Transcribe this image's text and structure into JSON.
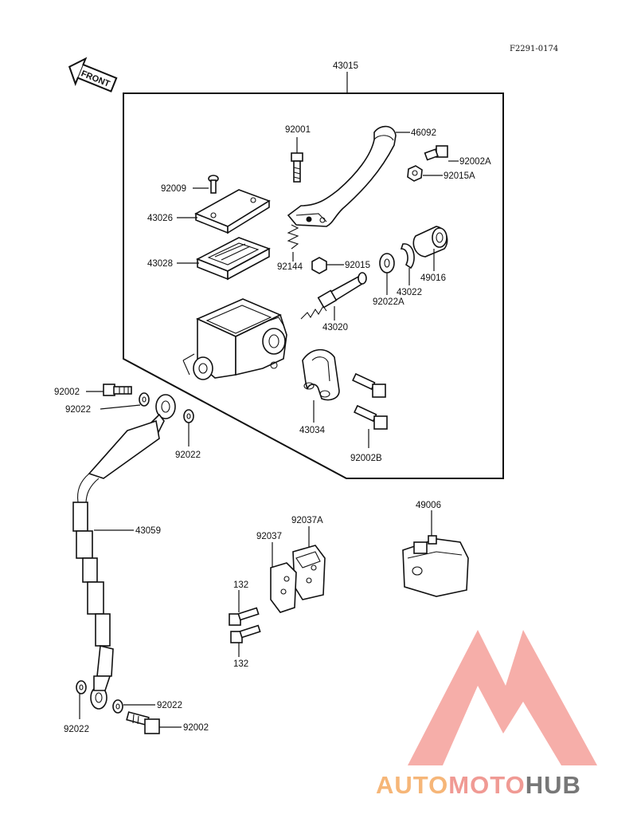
{
  "diagram_code": "F2291-0174",
  "front_label": "FRONT",
  "watermark": {
    "part1": "AUTO",
    "part2": "MOTO",
    "part3": "HUB"
  },
  "labels": {
    "p43015": "43015",
    "p92001": "92001",
    "p46092": "46092",
    "p92002A": "92002A",
    "p92015A": "92015A",
    "p92009": "92009",
    "p43026": "43026",
    "p43028": "43028",
    "p92144": "92144",
    "p92015": "92015",
    "p43022": "43022",
    "p49016": "49016",
    "p92022A": "92022A",
    "p43020": "43020",
    "p43034": "43034",
    "p92002B": "92002B",
    "p92002_top": "92002",
    "p92022_topleft": "92022",
    "p92022_topright": "92022",
    "p43059": "43059",
    "p49006": "49006",
    "p92037A": "92037A",
    "p92037": "92037",
    "p132_top": "132",
    "p132_bottom": "132",
    "p92022_bottomleft": "92022",
    "p92022_bottomright": "92022",
    "p92002_bottom": "92002"
  }
}
